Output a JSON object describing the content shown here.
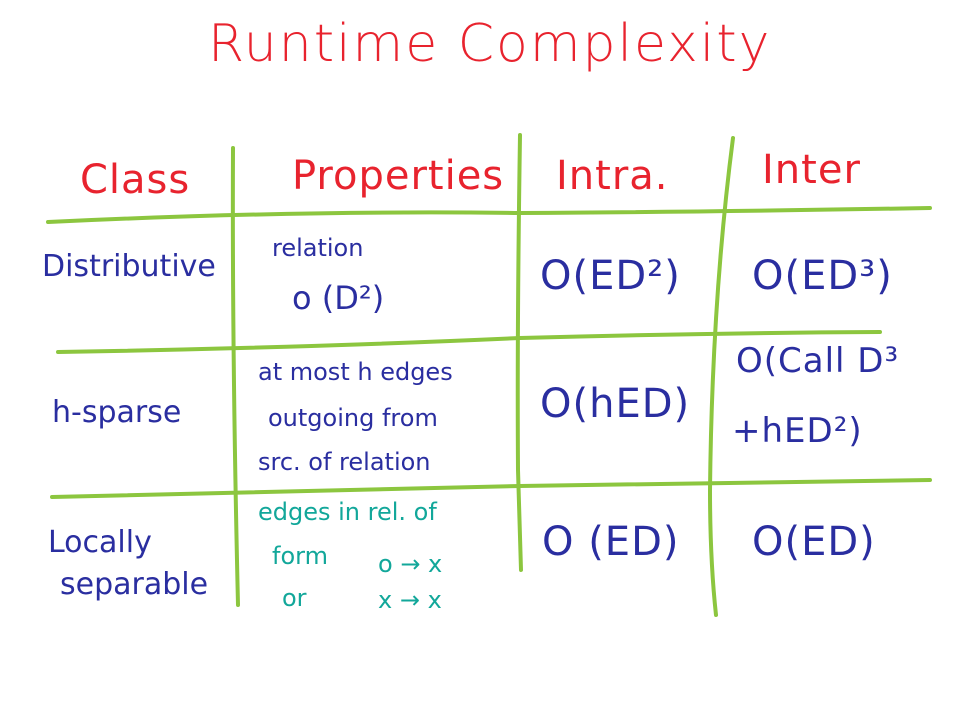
{
  "title": "Runtime Complexity",
  "headers": [
    "Class",
    "Properties",
    "Intra.",
    "Inter"
  ],
  "rows": [
    {
      "class_lines": [
        "Distributive"
      ],
      "properties_lines": [
        "relation",
        "o (D²)"
      ],
      "intra": "O(ED²)",
      "inter_lines": [
        "O(ED³)"
      ]
    },
    {
      "class_lines": [
        "h-sparse"
      ],
      "properties_lines": [
        "at most h edges",
        "outgoing from",
        "src. of relation"
      ],
      "intra": "O(hED)",
      "inter_lines": [
        "O(Call D³",
        "+hED²)"
      ]
    },
    {
      "class_lines": [
        "Locally",
        "separable"
      ],
      "properties_lines": [
        "edges in rel. of",
        "form",
        "o → x",
        "or",
        "x → x"
      ],
      "intra": "O (ED)",
      "inter_lines": [
        "O(ED)"
      ]
    }
  ],
  "colors": {
    "title": "#e8232e",
    "header": "#e8232e",
    "body_text": "#2a2ea0",
    "highlight_text": "#12a79a",
    "grid_lines": "#8cc63f"
  }
}
